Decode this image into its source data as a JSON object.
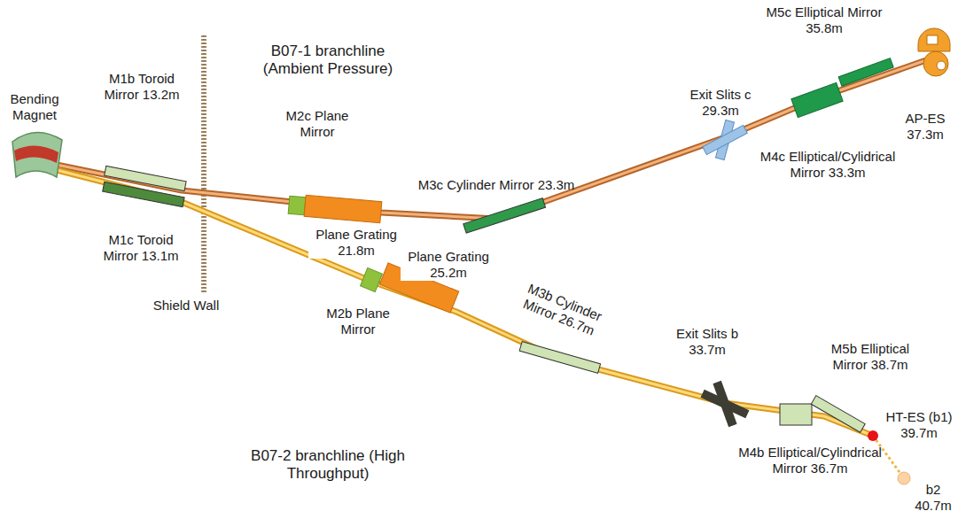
{
  "diagram": {
    "labels": [
      "B07-1 branchline (Ambient Pressure)",
      "Bending Magnet",
      "M1b Toroid Mirror 13.2m",
      "M2c Plane Mirror",
      "M3c Cylinder Mirror 23.3m",
      "Exit Slits c 29.3m",
      "M5c Elliptical Mirror 35.8m",
      "AP-ES 37.3m",
      "M4c Elliptical/Cylidrical Mirror 33.3m",
      "M1c Toroid Mirror 13.1m",
      "Shield Wall",
      "Plane Grating 21.8m",
      "Plane Grating 25.2m",
      "M2b Plane Mirror",
      "M3b Cylinder Mirror 26.7m",
      "Exit Slits b 33.7m",
      "M5b Elliptical Mirror 38.7m",
      "HT-ES (b1) 39.7m",
      "M4b Elliptical/Cylindrical Mirror 36.7m",
      "b2 40.7m",
      "B07-2 branchline (High Throughput)"
    ]
  }
}
